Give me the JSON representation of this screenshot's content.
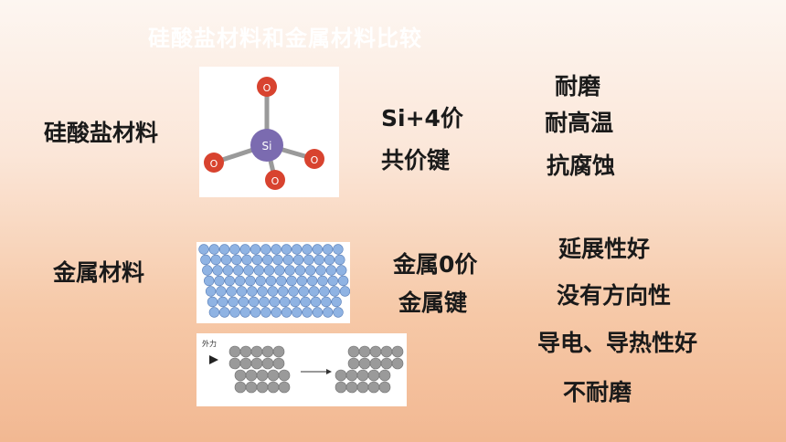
{
  "slide": {
    "title": "硅酸盐材料和金属材料比较"
  },
  "silicate": {
    "label": "硅酸盐材料",
    "props": [
      "Si+4价",
      "共价键"
    ],
    "traits": [
      "耐磨",
      "耐高温",
      "抗腐蚀"
    ],
    "molecule": {
      "center_atom": "Si",
      "outer_atom": "O"
    }
  },
  "metal": {
    "label": "金属材料",
    "props": [
      "金属0价",
      "金属键"
    ],
    "traits": [
      "延展性好",
      "没有方向性",
      "导电、导热性好",
      "不耐磨"
    ],
    "diagram": {
      "force_label": "外力"
    }
  },
  "colors": {
    "oxygen": "#d8432f",
    "silicon": "#7b6bb0",
    "metal_lattice": "#8fb3e3",
    "metal_gray": "#9a9a9a"
  }
}
